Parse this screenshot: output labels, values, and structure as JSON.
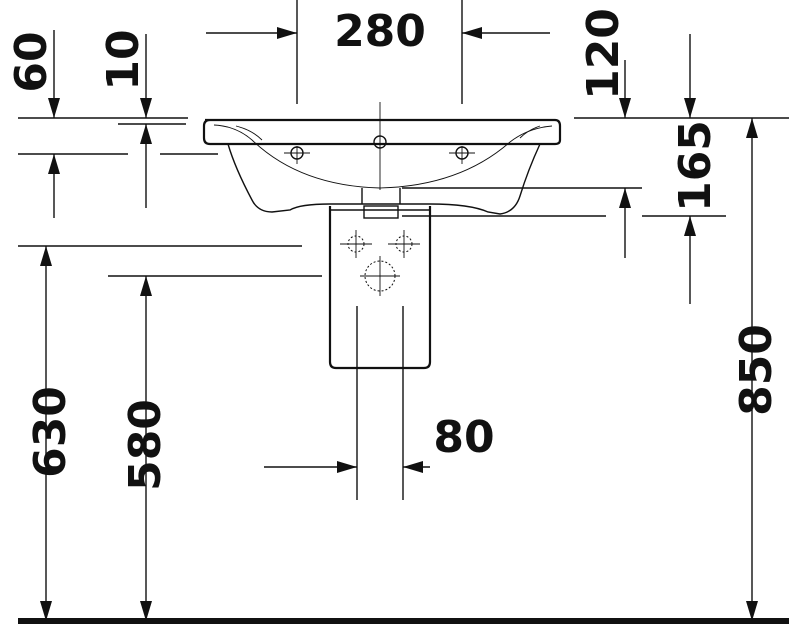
{
  "dimensions": {
    "d280": "280",
    "d60": "60",
    "d10": "10",
    "d120": "120",
    "d165": "165",
    "d850": "850",
    "d630": "630",
    "d580": "580",
    "d80": "80"
  },
  "colors": {
    "line": "#111111",
    "background": "#ffffff"
  }
}
